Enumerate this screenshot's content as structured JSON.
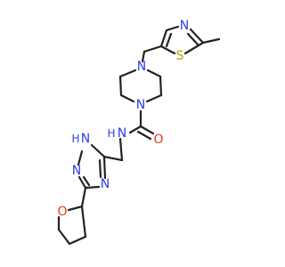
{
  "colors": {
    "bond": "#222222",
    "nitrogen": "#2b3df0",
    "oxygen": "#e03a1e",
    "sulfur": "#b8a400",
    "background": "#ffffff"
  },
  "atoms": {
    "thiazole_n": "N",
    "thiazole_s": "S",
    "piperazine_n_top": "N",
    "piperazine_n_bottom": "N",
    "amide_o": "O",
    "amide_nh_h": "H",
    "amide_nh_n": "N",
    "triazole_n1_h": "H",
    "triazole_n1": "N",
    "triazole_n2": "N",
    "triazole_n4": "N",
    "thf_o": "O"
  }
}
